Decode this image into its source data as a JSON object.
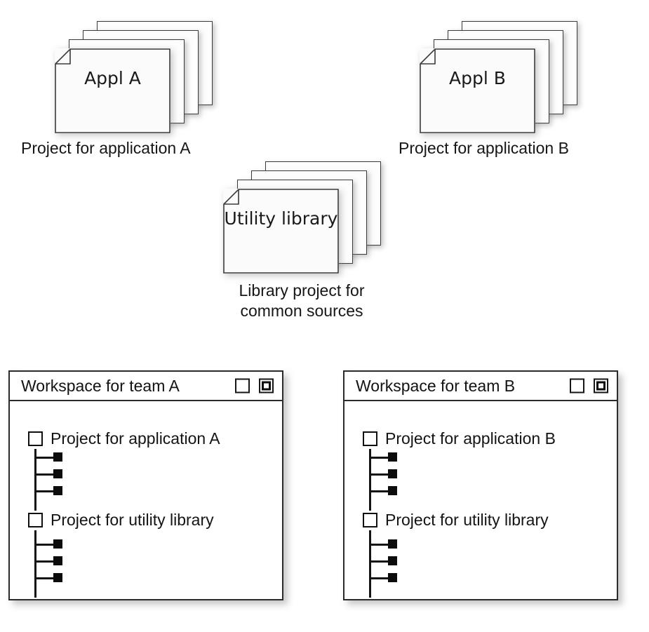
{
  "diagram": {
    "type": "project-workspace-structure-diagram",
    "document_groups": [
      {
        "id": "project-app-a",
        "doc_title": "Appl\nA",
        "caption": "Project for application A",
        "sheet_count": 4
      },
      {
        "id": "project-app-b",
        "doc_title": "Appl\nB",
        "caption": "Project for application B",
        "sheet_count": 4
      },
      {
        "id": "project-utility-library",
        "doc_title": "Utility\nlibrary",
        "caption": "Library project for\ncommon sources",
        "sheet_count": 4
      }
    ],
    "windows": [
      {
        "id": "workspace-team-a",
        "title": "Workspace for team A",
        "buttons": [
          {
            "name": "maximize-icon",
            "glyph": "square"
          },
          {
            "name": "restore-icon",
            "glyph": "nested-square"
          }
        ],
        "tree": [
          {
            "label": "Project for application A",
            "children": [
              "",
              "",
              ""
            ]
          },
          {
            "label": "Project for utility library",
            "children": [
              "",
              "",
              ""
            ]
          }
        ]
      },
      {
        "id": "workspace-team-b",
        "title": "Workspace for team B",
        "buttons": [
          {
            "name": "maximize-icon",
            "glyph": "square"
          },
          {
            "name": "restore-icon",
            "glyph": "nested-square"
          }
        ],
        "tree": [
          {
            "label": "Project for application B",
            "children": [
              "",
              "",
              ""
            ]
          },
          {
            "label": "Project for utility library",
            "children": [
              "",
              "",
              ""
            ]
          }
        ]
      }
    ],
    "colors": {
      "stroke": "#2b2b2b",
      "text": "#131313",
      "paper": "#fdfdfd",
      "leaf_fill": "#0c0c0c",
      "background": "#ffffff"
    }
  }
}
